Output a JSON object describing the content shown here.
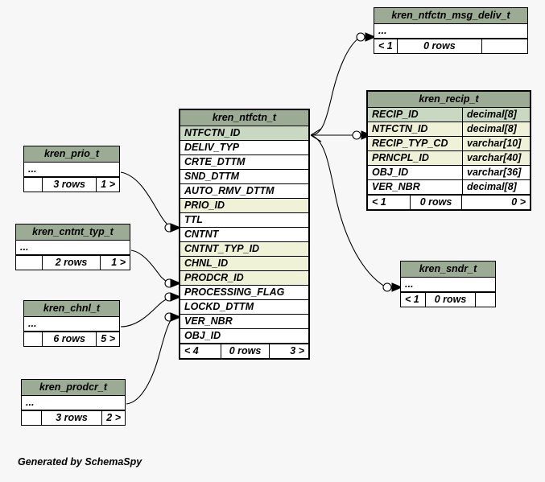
{
  "diagram": {
    "tool_credit": "Generated by SchemaSpy",
    "colors": {
      "background": "#f7f7f7",
      "header": "#9cab94",
      "primary_key_row": "#c9d8c0",
      "foreign_key_row": "#f0f2d8",
      "plain_row": "#ffffff",
      "border": "#000000"
    }
  },
  "entities": {
    "ntfctn_msg_deliv": {
      "title": "kren_ntfctn_msg_deliv_t",
      "rows": [
        {
          "name": "...",
          "type": "",
          "kind": "ellipsis"
        }
      ],
      "footer": {
        "left": "< 1",
        "mid": "0 rows",
        "right": ""
      }
    },
    "recip": {
      "title": "kren_recip_t",
      "rows": [
        {
          "name": "RECIP_ID",
          "type": "decimal[8]",
          "kind": "pk"
        },
        {
          "name": "NTFCTN_ID",
          "type": "decimal[8]",
          "kind": "fk"
        },
        {
          "name": "RECIP_TYP_CD",
          "type": "varchar[10]",
          "kind": "fk"
        },
        {
          "name": "PRNCPL_ID",
          "type": "varchar[40]",
          "kind": "fk"
        },
        {
          "name": "OBJ_ID",
          "type": "varchar[36]",
          "kind": "plain"
        },
        {
          "name": "VER_NBR",
          "type": "decimal[8]",
          "kind": "plain"
        }
      ],
      "footer": {
        "left": "< 1",
        "mid": "0 rows",
        "right": "0 >"
      }
    },
    "ntfctn": {
      "title": "kren_ntfctn_t",
      "rows": [
        {
          "name": "NTFCTN_ID",
          "type": "",
          "kind": "pk"
        },
        {
          "name": "DELIV_TYP",
          "type": "",
          "kind": "plain"
        },
        {
          "name": "CRTE_DTTM",
          "type": "",
          "kind": "plain"
        },
        {
          "name": "SND_DTTM",
          "type": "",
          "kind": "plain"
        },
        {
          "name": "AUTO_RMV_DTTM",
          "type": "",
          "kind": "plain"
        },
        {
          "name": "PRIO_ID",
          "type": "",
          "kind": "fk"
        },
        {
          "name": "TTL",
          "type": "",
          "kind": "plain"
        },
        {
          "name": "CNTNT",
          "type": "",
          "kind": "plain"
        },
        {
          "name": "CNTNT_TYP_ID",
          "type": "",
          "kind": "fk"
        },
        {
          "name": "CHNL_ID",
          "type": "",
          "kind": "fk"
        },
        {
          "name": "PRODCR_ID",
          "type": "",
          "kind": "fk"
        },
        {
          "name": "PROCESSING_FLAG",
          "type": "",
          "kind": "plain"
        },
        {
          "name": "LOCKD_DTTM",
          "type": "",
          "kind": "plain"
        },
        {
          "name": "VER_NBR",
          "type": "",
          "kind": "plain"
        },
        {
          "name": "OBJ_ID",
          "type": "",
          "kind": "plain"
        }
      ],
      "footer": {
        "left": "< 4",
        "mid": "0 rows",
        "right": "3 >"
      }
    },
    "sndr": {
      "title": "kren_sndr_t",
      "rows": [
        {
          "name": "...",
          "type": "",
          "kind": "ellipsis"
        }
      ],
      "footer": {
        "left": "< 1",
        "mid": "0 rows",
        "right": ""
      }
    },
    "prio": {
      "title": "kren_prio_t",
      "rows": [
        {
          "name": "...",
          "type": "",
          "kind": "ellipsis"
        }
      ],
      "footer": {
        "left": "",
        "mid": "3 rows",
        "right": "1 >"
      }
    },
    "cntnt_typ": {
      "title": "kren_cntnt_typ_t",
      "rows": [
        {
          "name": "...",
          "type": "",
          "kind": "ellipsis"
        }
      ],
      "footer": {
        "left": "",
        "mid": "2 rows",
        "right": "1 >"
      }
    },
    "chnl": {
      "title": "kren_chnl_t",
      "rows": [
        {
          "name": "...",
          "type": "",
          "kind": "ellipsis"
        }
      ],
      "footer": {
        "left": "",
        "mid": "6 rows",
        "right": "5 >"
      }
    },
    "prodcr": {
      "title": "kren_prodcr_t",
      "rows": [
        {
          "name": "...",
          "type": "",
          "kind": "ellipsis"
        }
      ],
      "footer": {
        "left": "",
        "mid": "3 rows",
        "right": "2 >"
      }
    }
  },
  "relationships": [
    {
      "from": "kren_ntfctn_t.NTFCTN_ID",
      "to": "kren_ntfctn_msg_deliv_t",
      "optional": true
    },
    {
      "from": "kren_ntfctn_t.NTFCTN_ID",
      "to": "kren_recip_t.NTFCTN_ID",
      "optional": true
    },
    {
      "from": "kren_ntfctn_t.NTFCTN_ID",
      "to": "kren_sndr_t",
      "optional": true
    },
    {
      "from": "kren_prio_t",
      "to": "kren_ntfctn_t.PRIO_ID",
      "optional": true
    },
    {
      "from": "kren_cntnt_typ_t",
      "to": "kren_ntfctn_t.CNTNT_TYP_ID",
      "optional": true
    },
    {
      "from": "kren_chnl_t",
      "to": "kren_ntfctn_t.CHNL_ID",
      "optional": true
    },
    {
      "from": "kren_prodcr_t",
      "to": "kren_ntfctn_t.PRODCR_ID",
      "optional": true
    }
  ]
}
